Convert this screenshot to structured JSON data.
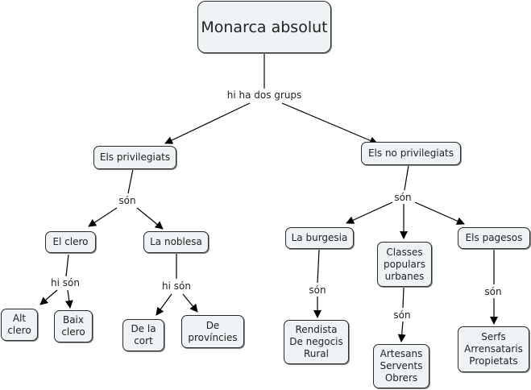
{
  "map": {
    "nodes": {
      "root": "Monarca absolut",
      "privilegiats": "Els privilegiats",
      "no_privilegiats": "Els no privilegiats",
      "clero": "El clero",
      "noblesa": "La noblesa",
      "alt_clero": "Alt\nclero",
      "baix_clero": "Baix\nclero",
      "de_la_cort": "De la\ncort",
      "de_provincies": "De\nprovíncies",
      "burgesia": "La burgesia",
      "classes_populars": "Classes\npopulars\nurbanes",
      "pagesos": "Els pagesos",
      "burgesia_tipus": "Rendista\nDe negocis\nRural",
      "populars_tipus": "Artesans\nServents\nObrers",
      "pagesos_tipus": "Serfs\nArrensataris\nPropietats"
    },
    "links": {
      "root_groups": "hi ha dos grups",
      "privilegiats_son": "són",
      "clero_hi_son": "hi són",
      "noblesa_hi_son": "hi són",
      "no_privilegiats_son": "són",
      "burgesia_son": "són",
      "populars_son": "són",
      "pagesos_son": "són"
    }
  }
}
